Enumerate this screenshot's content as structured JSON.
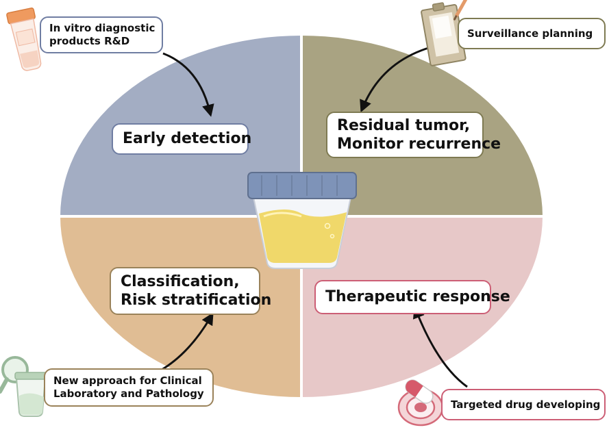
{
  "colors": {
    "top_left": "#a3adc3",
    "top_right": "#a9a382",
    "bottom_left": "#e0bd94",
    "bottom_right": "#e7c8c8",
    "border_blue": "#6f7da2",
    "border_olive": "#7e7a52",
    "border_tan": "#9a8259",
    "border_pink": "#cc5e75",
    "arrow": "#111111",
    "urine": "#f0d86a",
    "lid": "#7e93b8"
  },
  "quadrants": {
    "top_left": {
      "label_lines": [
        "Early detection"
      ]
    },
    "top_right": {
      "label_lines": [
        "Residual tumor,",
        "Monitor recurrence"
      ]
    },
    "bottom_left": {
      "label_lines": [
        "Classification,",
        "Risk stratification"
      ]
    },
    "bottom_right": {
      "label_lines": [
        "Therapeutic response"
      ]
    }
  },
  "callouts": {
    "ivd": {
      "lines": [
        "In vitro diagnostic",
        "products R&D"
      ],
      "icon": "sample-tube-icon"
    },
    "surveillance": {
      "lines": [
        "Surveillance planning"
      ],
      "icon": "clipboard-pen-icon"
    },
    "clinical": {
      "lines": [
        "New approach for Clinical",
        "Laboratory and Pathology"
      ],
      "icon": "magnifier-specimen-icon"
    },
    "drug": {
      "lines": [
        "Targeted drug developing"
      ],
      "icon": "pill-target-icon"
    }
  },
  "center_icon": "urine-specimen-cup-icon"
}
